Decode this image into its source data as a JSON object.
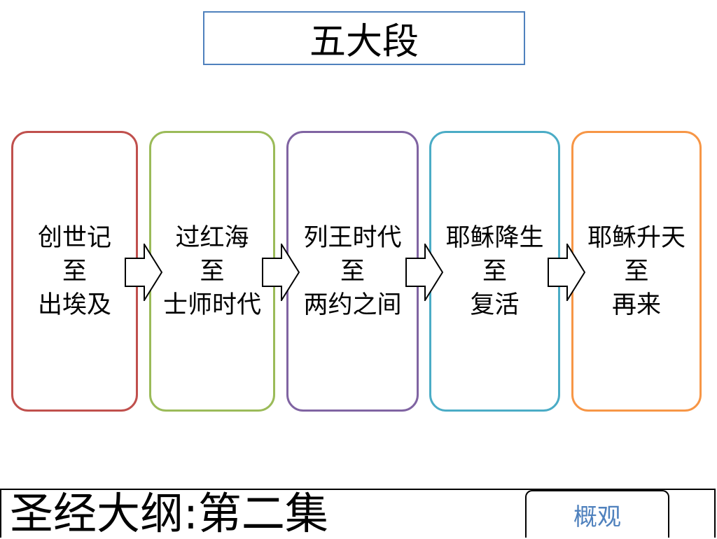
{
  "title": "五大段",
  "stages": [
    {
      "line1": "创世记",
      "line2": "至",
      "line3": "出埃及",
      "color": "#c0504d"
    },
    {
      "line1": "过红海",
      "line2": "至",
      "line3": "士师时代",
      "color": "#9bbb59"
    },
    {
      "line1": "列王时代",
      "line2": "至",
      "line3": "两约之间",
      "color": "#8064a2"
    },
    {
      "line1": "耶稣降生",
      "line2": "至",
      "line3": "复活",
      "color": "#4bacc6"
    },
    {
      "line1": "耶稣升天",
      "line2": "至",
      "line3": "再来",
      "color": "#f79646"
    }
  ],
  "footer": {
    "title": "圣经大纲:第二集",
    "overview_button": "概观"
  },
  "colors": {
    "title_border": "#4f81bd",
    "overview_text": "#4f81bd"
  }
}
